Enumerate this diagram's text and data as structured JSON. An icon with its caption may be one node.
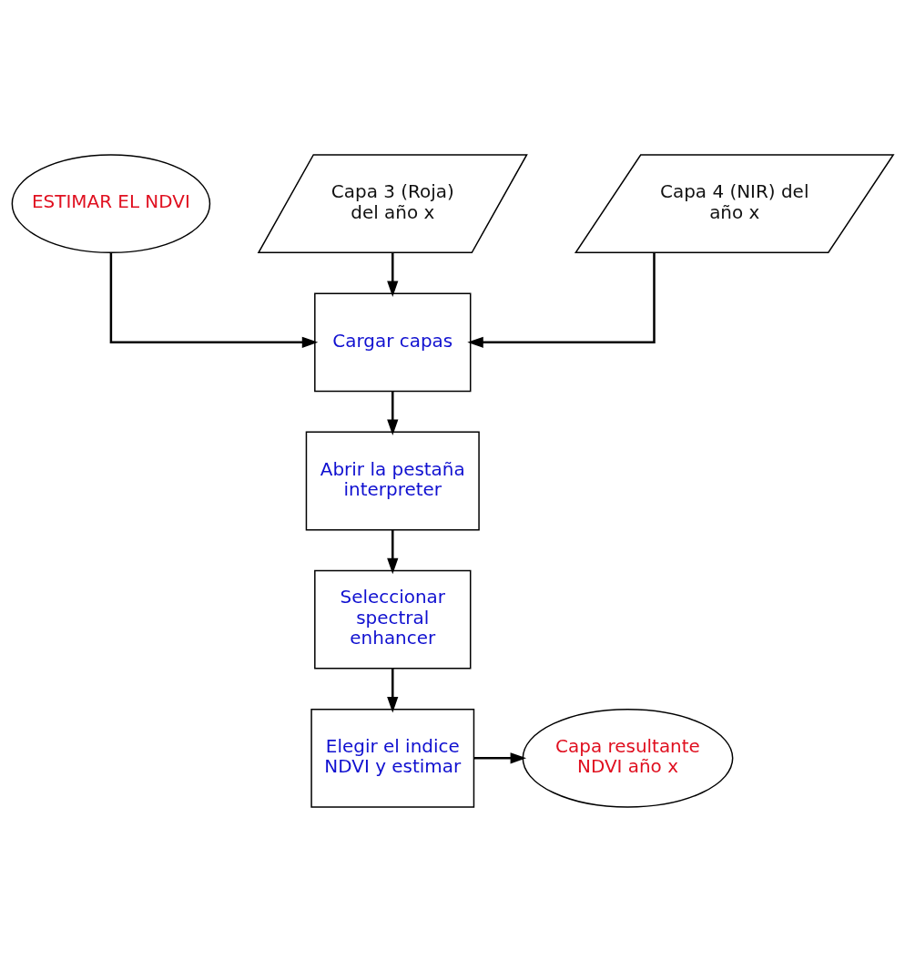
{
  "diagram": {
    "nodes": [
      {
        "text": [
          "ESTIMAR EL NDVI"
        ]
      },
      {
        "text": [
          "Capa 3 (Roja) del año x"
        ]
      },
      {
        "text": [
          "Capa 4 (NIR) del año x"
        ]
      },
      {
        "text": [
          "Cargar capas"
        ]
      },
      {
        "text": [
          "Abrir la pestaña interpreter"
        ]
      },
      {
        "text": [
          "Seleccionar spectral enhancer"
        ]
      },
      {
        "text": [
          "Elegir el indice NDVI y estimar"
        ]
      },
      {
        "text": [
          "Capa resultante NDVI año x"
        ]
      }
    ],
    "edges": [
      {
        "from": 0,
        "to": 3,
        "arrow": "to"
      },
      {
        "from": 1,
        "to": 3,
        "arrow": "to"
      },
      {
        "from": 2,
        "to": 3,
        "arrow": "to"
      },
      {
        "from": 3,
        "to": 4,
        "arrow": "to"
      },
      {
        "from": 4,
        "to": 5,
        "arrow": "to"
      },
      {
        "from": 5,
        "to": 6,
        "arrow": "to"
      },
      {
        "from": 6,
        "to": 7,
        "arrow": "to"
      }
    ]
  }
}
